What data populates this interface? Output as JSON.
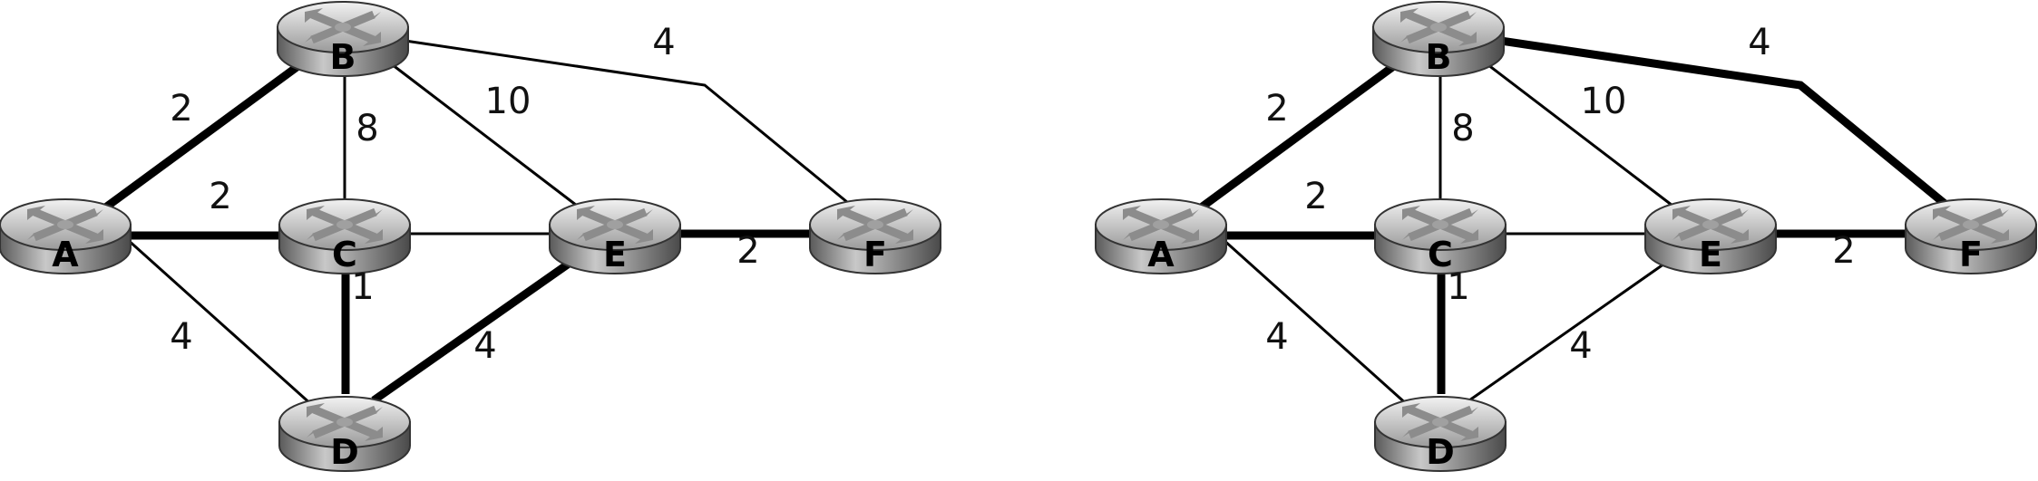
{
  "colors": {
    "edge": "#000000",
    "router_top_light": "#d9d9d9",
    "router_top_dark": "#8a8a8a",
    "router_side": "#7a7a7a",
    "router_cross": "#8c8c8c"
  },
  "graphs": [
    {
      "id": "left",
      "nodes": [
        {
          "id": "A",
          "label": "A"
        },
        {
          "id": "B",
          "label": "B"
        },
        {
          "id": "C",
          "label": "C"
        },
        {
          "id": "D",
          "label": "D"
        },
        {
          "id": "E",
          "label": "E"
        },
        {
          "id": "F",
          "label": "F"
        }
      ],
      "edges": [
        {
          "id": "AB",
          "from": "A",
          "to": "B",
          "weight": "2",
          "tree": true
        },
        {
          "id": "AC",
          "from": "A",
          "to": "C",
          "weight": "2",
          "tree": true
        },
        {
          "id": "AD",
          "from": "A",
          "to": "D",
          "weight": "4",
          "tree": false
        },
        {
          "id": "BC",
          "from": "B",
          "to": "C",
          "weight": "8",
          "tree": false
        },
        {
          "id": "BE",
          "from": "B",
          "to": "E",
          "weight": "10",
          "tree": false
        },
        {
          "id": "BF",
          "from": "B",
          "to": "F",
          "weight": "4",
          "tree": false
        },
        {
          "id": "CE",
          "from": "C",
          "to": "E",
          "weight": "",
          "tree": false
        },
        {
          "id": "CD",
          "from": "C",
          "to": "D",
          "weight": "1",
          "tree": true
        },
        {
          "id": "DE",
          "from": "D",
          "to": "E",
          "weight": "4",
          "tree": true
        },
        {
          "id": "EF",
          "from": "E",
          "to": "F",
          "weight": "2",
          "tree": true
        }
      ]
    },
    {
      "id": "right",
      "nodes": [
        {
          "id": "A",
          "label": "A"
        },
        {
          "id": "B",
          "label": "B"
        },
        {
          "id": "C",
          "label": "C"
        },
        {
          "id": "D",
          "label": "D"
        },
        {
          "id": "E",
          "label": "E"
        },
        {
          "id": "F",
          "label": "F"
        }
      ],
      "edges": [
        {
          "id": "AB",
          "from": "A",
          "to": "B",
          "weight": "2",
          "tree": true
        },
        {
          "id": "AC",
          "from": "A",
          "to": "C",
          "weight": "2",
          "tree": true
        },
        {
          "id": "AD",
          "from": "A",
          "to": "D",
          "weight": "4",
          "tree": false
        },
        {
          "id": "BC",
          "from": "B",
          "to": "C",
          "weight": "8",
          "tree": false
        },
        {
          "id": "BE",
          "from": "B",
          "to": "E",
          "weight": "10",
          "tree": false
        },
        {
          "id": "BF",
          "from": "B",
          "to": "F",
          "weight": "4",
          "tree": true
        },
        {
          "id": "CE",
          "from": "C",
          "to": "E",
          "weight": "",
          "tree": false
        },
        {
          "id": "CD",
          "from": "C",
          "to": "D",
          "weight": "1",
          "tree": true
        },
        {
          "id": "DE",
          "from": "D",
          "to": "E",
          "weight": "4",
          "tree": false
        },
        {
          "id": "EF",
          "from": "E",
          "to": "F",
          "weight": "2",
          "tree": true
        }
      ]
    }
  ]
}
